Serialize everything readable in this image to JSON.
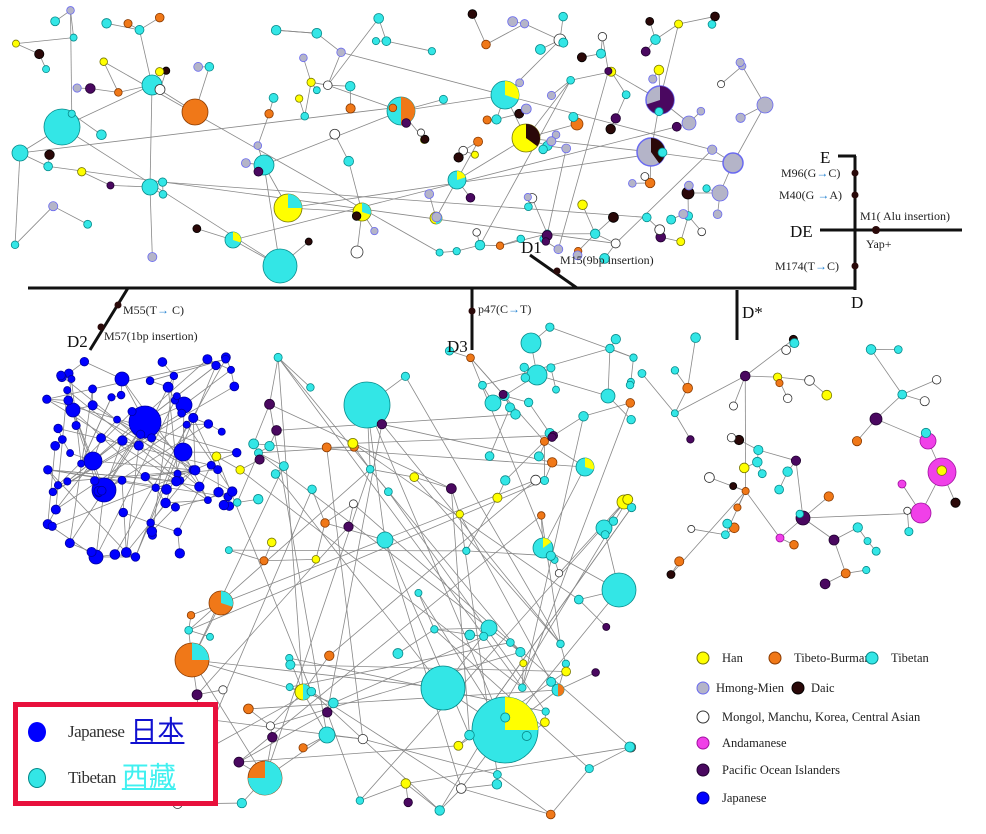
{
  "tree": {
    "haplogroups": {
      "E": "E",
      "DE": "DE",
      "D": "D",
      "D1": "D1",
      "D2": "D2",
      "D3": "D3",
      "Dstar": "D*"
    },
    "mutations": {
      "m96": [
        "M96(G",
        "C)"
      ],
      "m40": [
        "M40(G ",
        "A)"
      ],
      "m1": "M1( Alu insertion)",
      "yap": "Yap+",
      "m174": [
        "M174(T",
        "C)"
      ],
      "m15": "M15(9bp insertion)",
      "m55": [
        "M55(T",
        " C)"
      ],
      "m57": "M57(1bp insertion)",
      "p47": [
        "p47(C",
        "T)"
      ]
    }
  },
  "legend": {
    "items": [
      {
        "label": "Han",
        "color": "#ffff00"
      },
      {
        "label": "Tibeto-Burman",
        "color": "#f07818"
      },
      {
        "label": "Tibetan",
        "color": "#33e6e6"
      },
      {
        "label": "Hmong-Mien",
        "color": "#b4b4c8"
      },
      {
        "label": "Daic",
        "color": "#2a0808"
      },
      {
        "label": "Mongol, Manchu, Korea, Central Asian",
        "color": "#ffffff"
      },
      {
        "label": "Andamanese",
        "color": "#f040e8"
      },
      {
        "label": "Pacific Ocean Islanders",
        "color": "#4a0860"
      },
      {
        "label": "Japanese",
        "color": "#0000ff"
      }
    ]
  },
  "callout": {
    "border_color": "#e8103c",
    "rows": [
      {
        "label": "Japanese",
        "cjk": "日本",
        "color": "#0000ff",
        "cjk_color": "#1010d0"
      },
      {
        "label": "Tibetan",
        "cjk": "西藏",
        "color": "#33e6e6",
        "cjk_color": "#40f0f0"
      }
    ]
  }
}
